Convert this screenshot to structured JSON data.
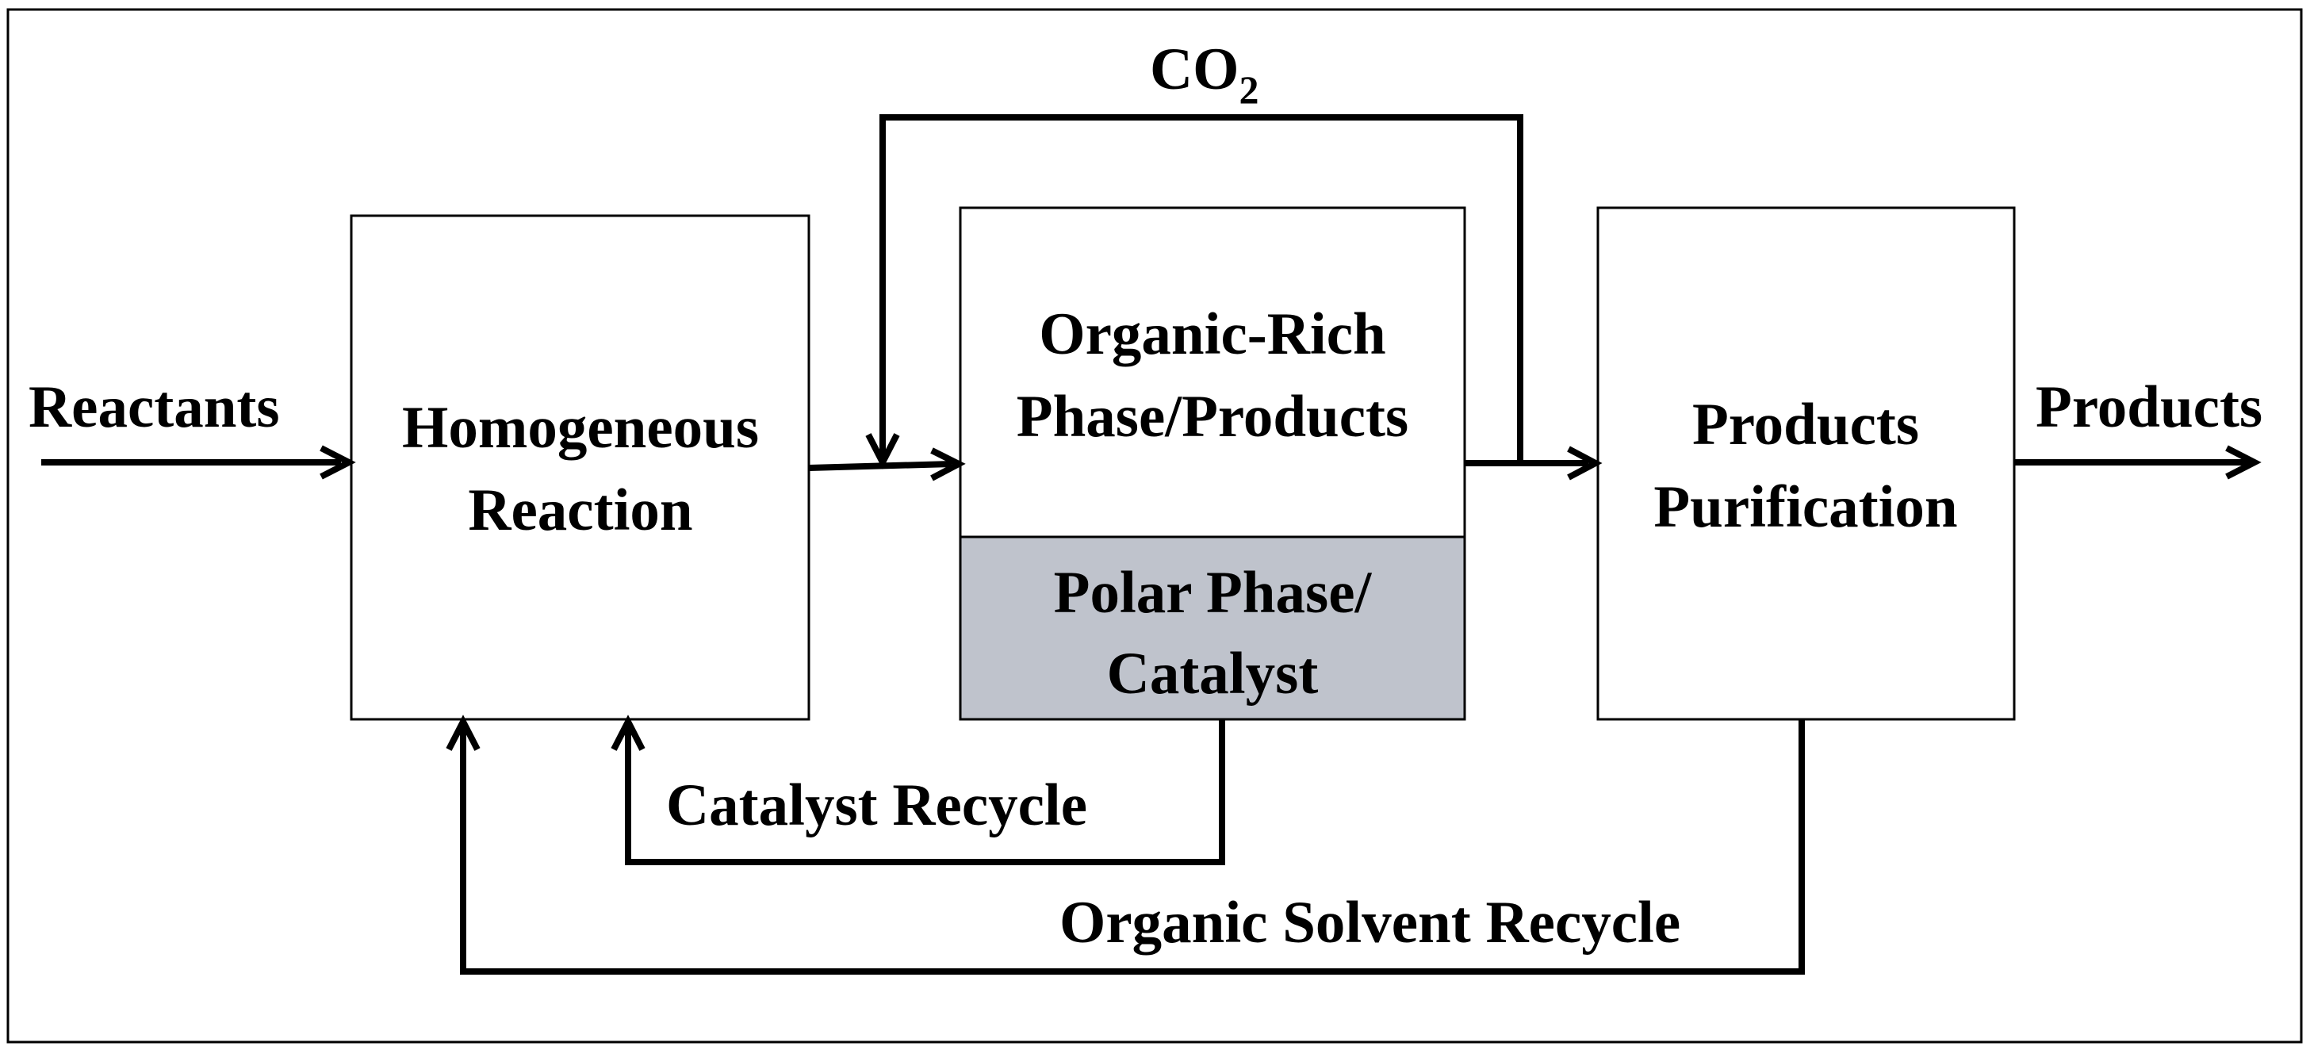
{
  "labels": {
    "reactants": "Reactants",
    "products_out": "Products",
    "co2_main": "CO",
    "co2_sub": "2",
    "catalyst_recycle": "Catalyst Recycle",
    "organic_solvent_recycle": "Organic Solvent Recycle"
  },
  "boxes": {
    "homogeneous_reaction": {
      "line1": "Homogeneous",
      "line2": "Reaction"
    },
    "organic_rich": {
      "line1": "Organic-Rich",
      "line2": "Phase/Products"
    },
    "polar_phase": {
      "line1": "Polar Phase/",
      "line2": "Catalyst"
    },
    "products_purification": {
      "line1": "Products",
      "line2": "Purification"
    }
  },
  "colors": {
    "box_fill": "#ffffff",
    "polar_phase_fill": "#bfc3cc",
    "stroke": "#000000"
  }
}
